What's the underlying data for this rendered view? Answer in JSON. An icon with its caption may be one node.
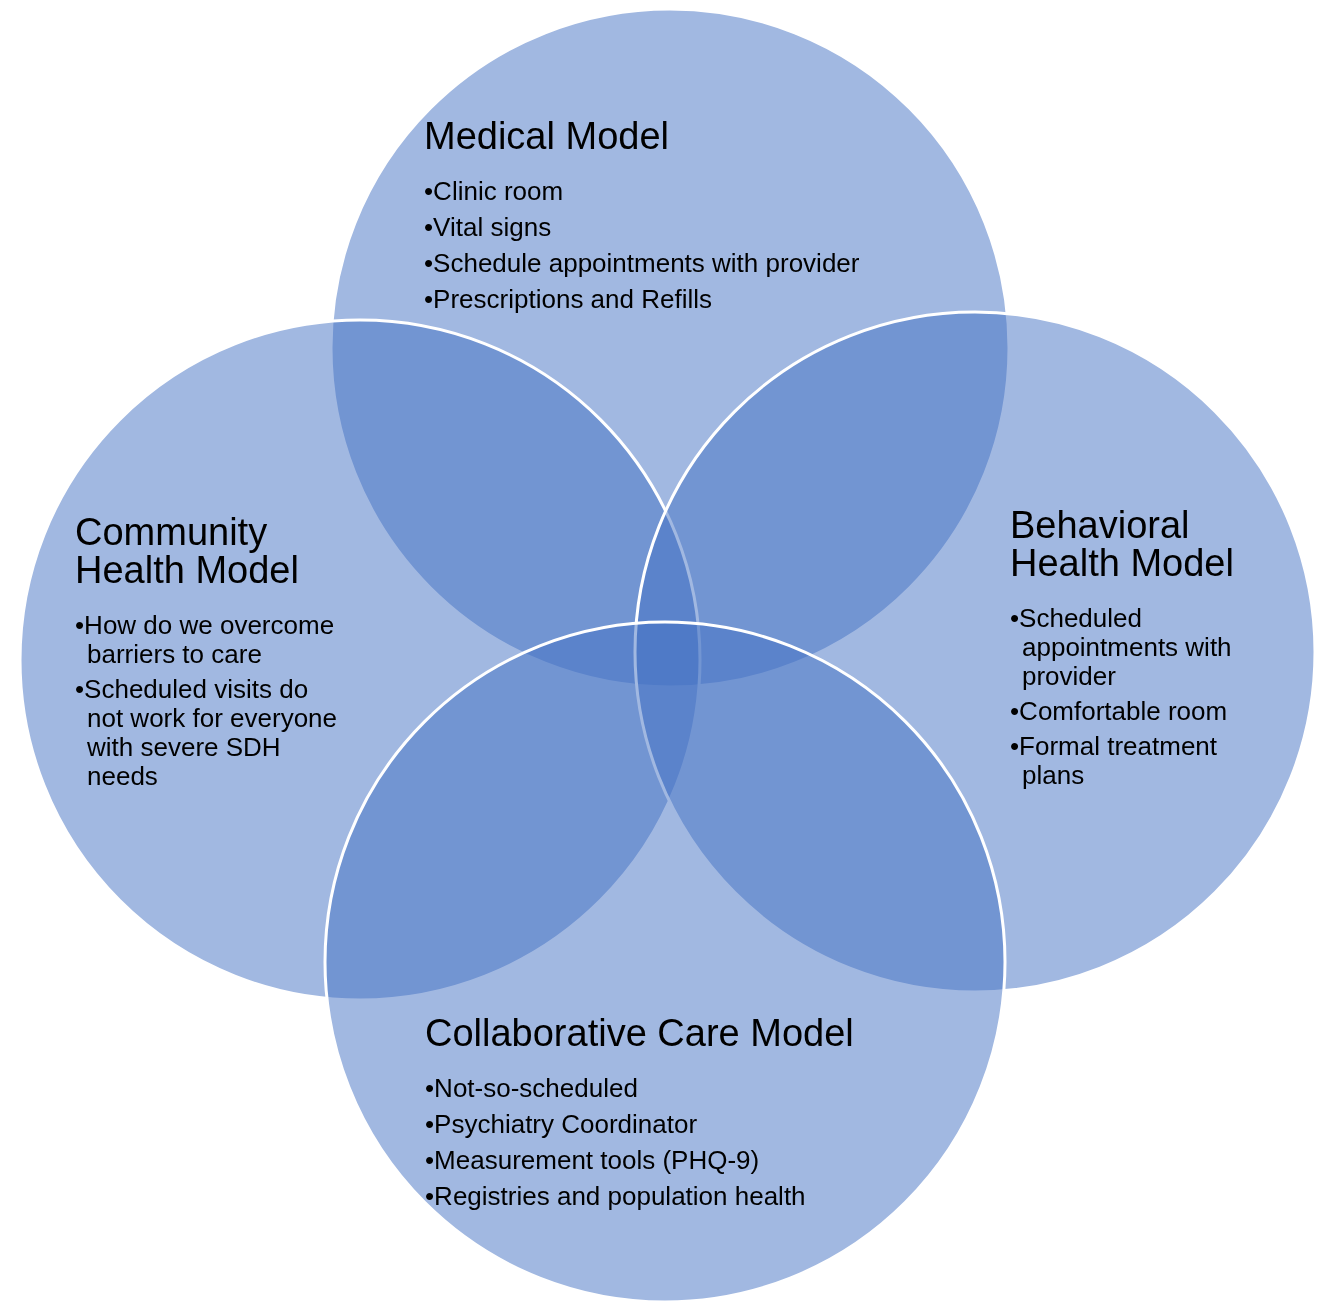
{
  "diagram": {
    "nodes": [
      {
        "text": [
          "Medical Model",
          "•Clinic room",
          "•Vital signs",
          "•Schedule appointments with provider",
          "•Prescriptions and Refills"
        ]
      },
      {
        "text": [
          "Community Health Model",
          "•How do we overcome barriers to care",
          "•Scheduled visits do not work for everyone with severe SDH needs"
        ]
      },
      {
        "text": [
          "Behavioral Health Model",
          "•Scheduled appointments with provider",
          "•Comfortable room",
          "•Formal treatment plans"
        ]
      },
      {
        "text": [
          "Collaborative Care Model",
          "•Not-so-scheduled",
          "•Psychiatry Coordinator",
          "•Measurement tools (PHQ-9)",
          "•Registries and population health"
        ]
      }
    ],
    "edges": []
  }
}
